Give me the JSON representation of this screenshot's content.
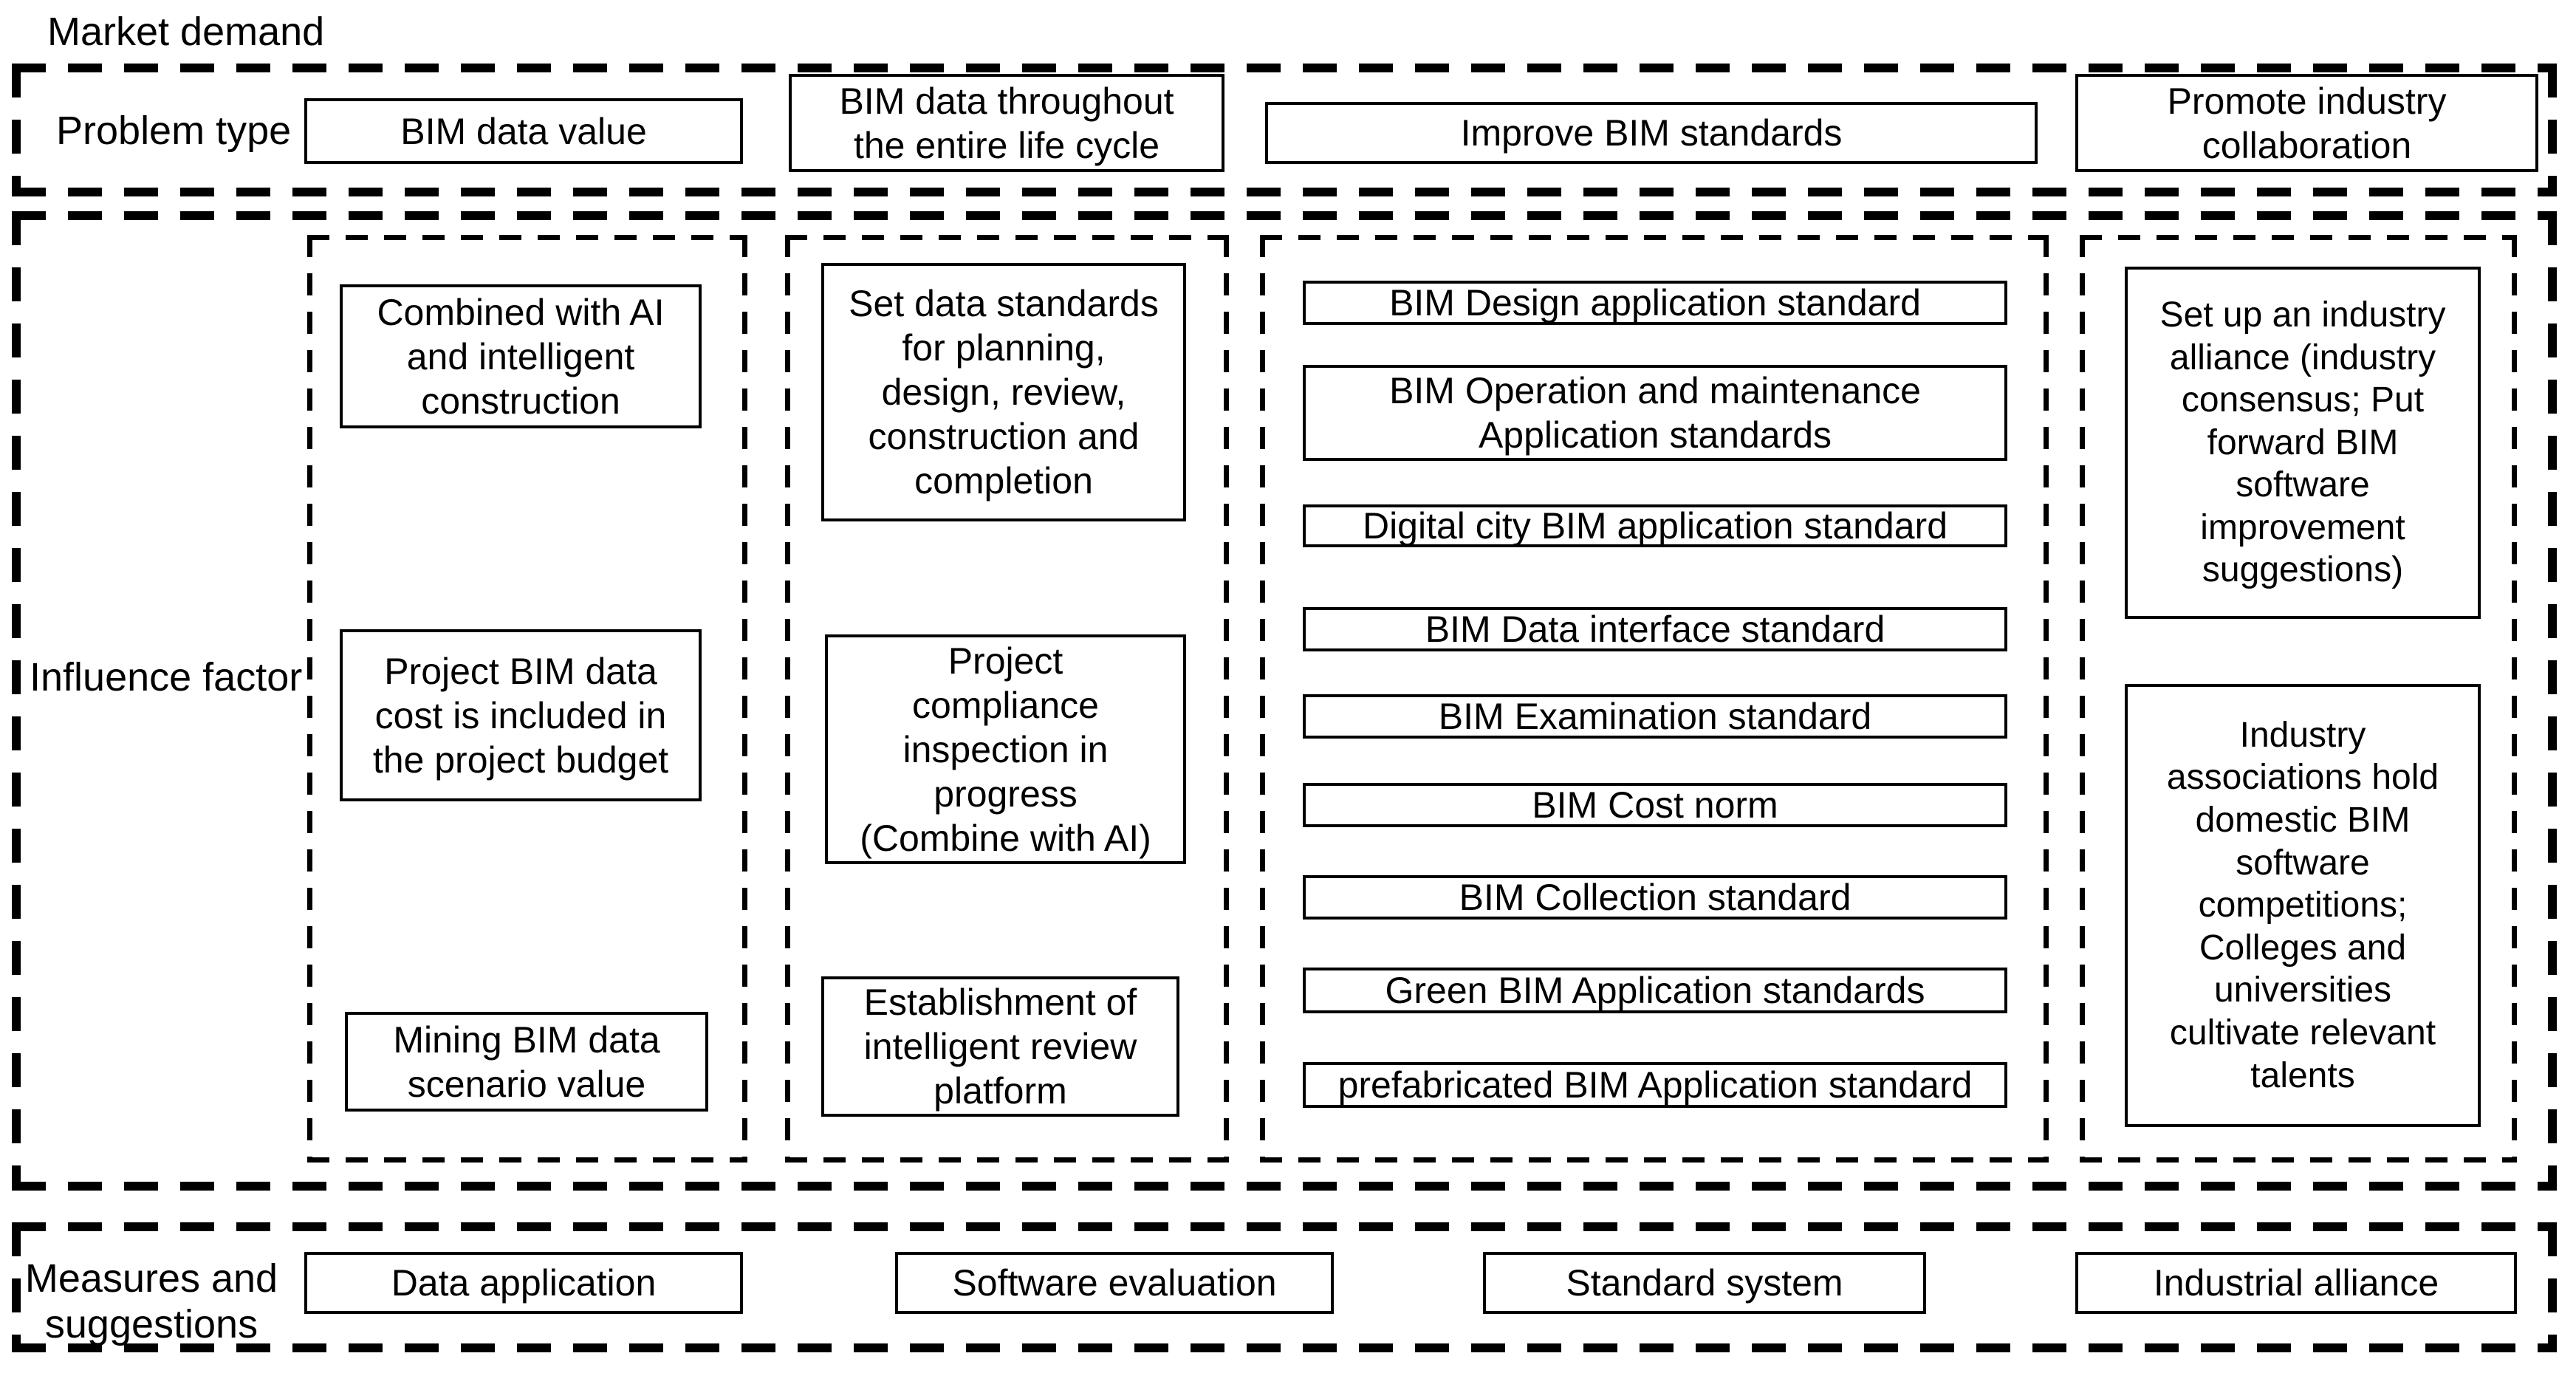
{
  "title": "Market demand",
  "colors": {
    "line": "#000000",
    "background": "#ffffff",
    "text": "#000000"
  },
  "problem_type": {
    "label": "Problem type",
    "items": [
      "BIM data value",
      "BIM data throughout\nthe entire life cycle",
      "Improve BIM standards",
      "Promote industry\ncollaboration"
    ]
  },
  "influence_factor": {
    "label": "Influence factor",
    "columns": [
      {
        "items": [
          "Combined with AI\nand intelligent\nconstruction",
          "Project BIM data\ncost is included in\nthe project budget",
          "Mining BIM data\nscenario value"
        ]
      },
      {
        "items": [
          "Set data standards\nfor planning,\ndesign, review,\nconstruction and\ncompletion",
          "Project\ncompliance\ninspection in\nprogress\n(Combine with AI)",
          "Establishment of\nintelligent review\nplatform"
        ]
      },
      {
        "items": [
          "BIM Design application standard",
          "BIM Operation and maintenance\nApplication standards",
          "Digital city BIM application standard",
          "BIM Data interface standard",
          "BIM Examination standard",
          "BIM Cost norm",
          "BIM Collection standard",
          "Green BIM Application standards",
          "prefabricated BIM Application standard"
        ]
      },
      {
        "items": [
          "Set up an industry\nalliance (industry\nconsensus; Put\nforward BIM\nsoftware\nimprovement\nsuggestions)",
          "Industry\nassociations hold\ndomestic BIM\nsoftware\ncompetitions;\nColleges and\nuniversities\ncultivate relevant\ntalents"
        ]
      }
    ]
  },
  "measures": {
    "label": "Measures and\nsuggestions",
    "items": [
      "Data application",
      "Software evaluation",
      "Standard system",
      "Industrial alliance"
    ]
  }
}
